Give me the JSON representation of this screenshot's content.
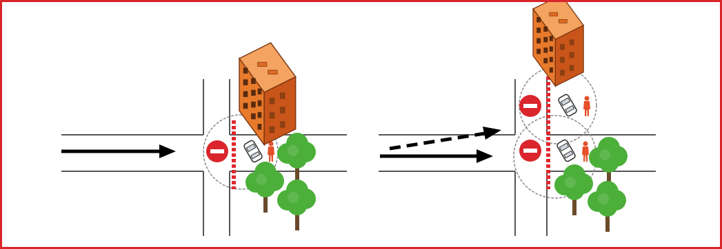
{
  "colors": {
    "frame": "#d9252b",
    "road_line": "#555555",
    "zone_circle": "#8a8a8a",
    "barrier": "#e0282e",
    "no_entry_sign": "#d9252b",
    "person": "#e5502a",
    "car_body": "#ffffff",
    "building_face": "#e87a2c",
    "building_roof": "#f4a360",
    "building_side": "#c9551a",
    "tree_crown": "#4caf3a",
    "tree_trunk": "#6b4a2b",
    "arrow": "#000000"
  },
  "icons": [
    "office-building-icon",
    "no-entry-sign-icon",
    "car-icon",
    "person-icon",
    "tree-icon",
    "arrow-icon"
  ],
  "scenes": [
    {
      "name": "single-zone",
      "zones": 1,
      "arrows": [
        "solid"
      ]
    },
    {
      "name": "double-zone",
      "zones": 2,
      "arrows": [
        "dashed",
        "solid"
      ]
    }
  ]
}
